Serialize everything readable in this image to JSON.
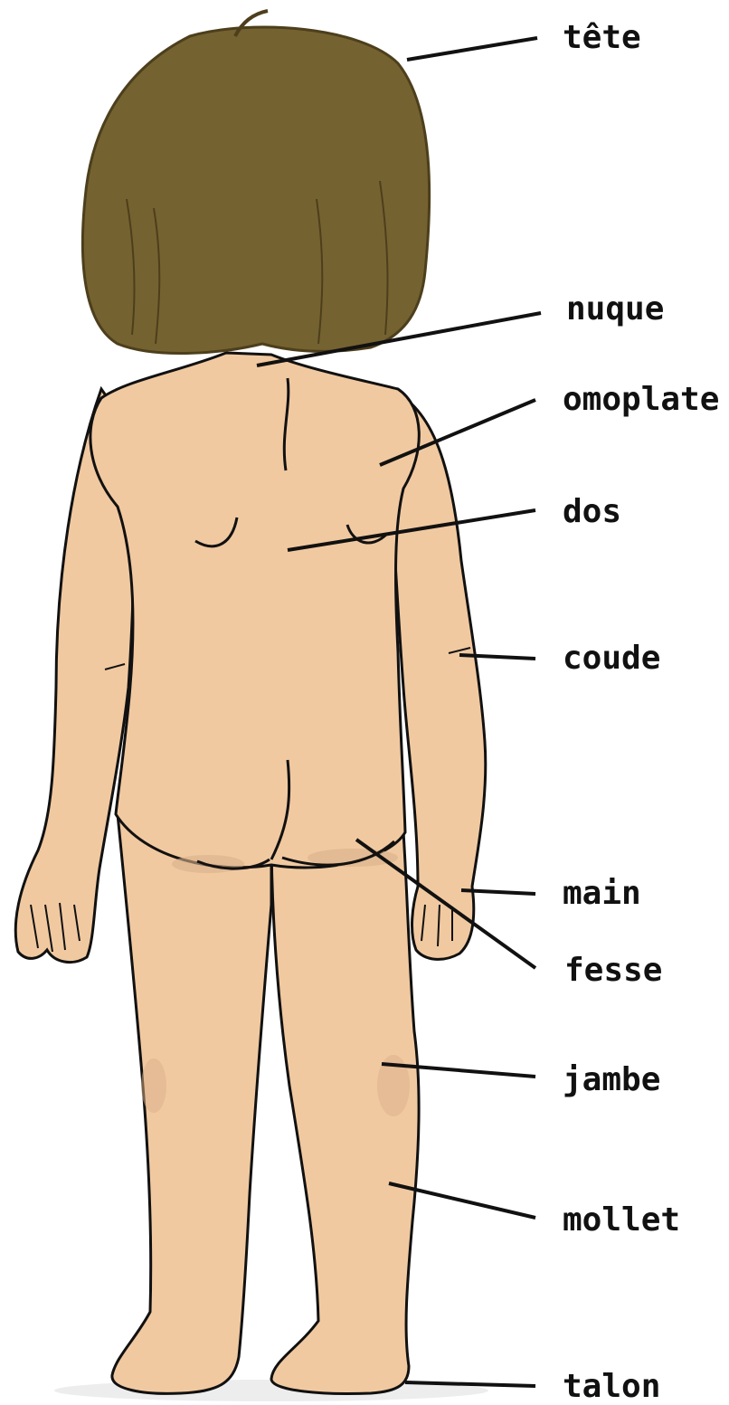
{
  "diagram": {
    "colors": {
      "skin": "#f1c9a0",
      "skin_shadow": "#d9b08a",
      "hair": "#756231",
      "hair_dark": "#4d3f1c",
      "outline": "#111111",
      "leader": "#111111",
      "background": "#ffffff"
    },
    "labels": {
      "tete": "tête",
      "nuque": "nuque",
      "omoplate": "omoplate",
      "dos": "dos",
      "coude": "coude",
      "main": "main",
      "fesse": "fesse",
      "jambe": "jambe",
      "mollet": "mollet",
      "talon": "talon"
    }
  }
}
